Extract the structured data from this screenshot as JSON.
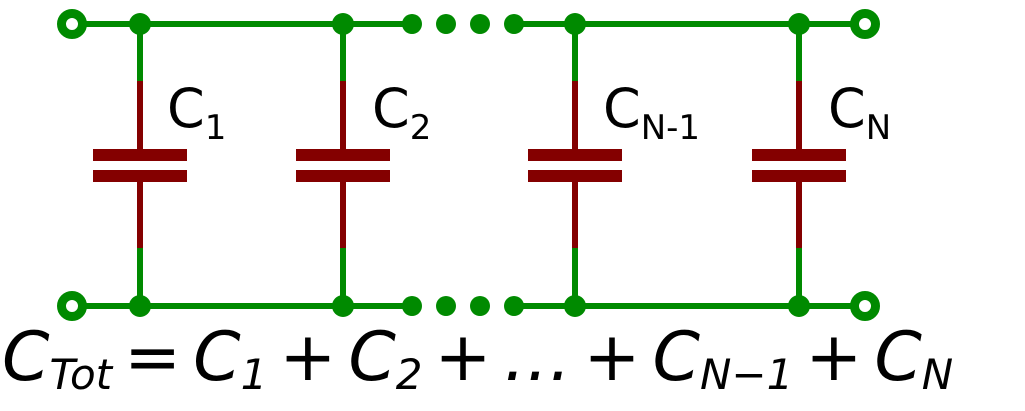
{
  "colors": {
    "wire": "#008a00",
    "component": "#840000",
    "text": "#000000"
  },
  "circuit": {
    "labels": [
      {
        "main": "C",
        "sub": "1"
      },
      {
        "main": "C",
        "sub": "2"
      },
      {
        "main": "C",
        "sub": "N-1"
      },
      {
        "main": "C",
        "sub": "N"
      }
    ]
  },
  "formula": {
    "parts": [
      {
        "main": "C",
        "sub": "Tot"
      },
      {
        "main": "="
      },
      {
        "main": "C",
        "sub": "1"
      },
      {
        "main": "+"
      },
      {
        "main": "C",
        "sub": "2"
      },
      {
        "main": "+"
      },
      {
        "main": "…"
      },
      {
        "main": "+"
      },
      {
        "main": "C",
        "sub": "N−1"
      },
      {
        "main": "+"
      },
      {
        "main": "C",
        "sub": "N"
      }
    ]
  }
}
